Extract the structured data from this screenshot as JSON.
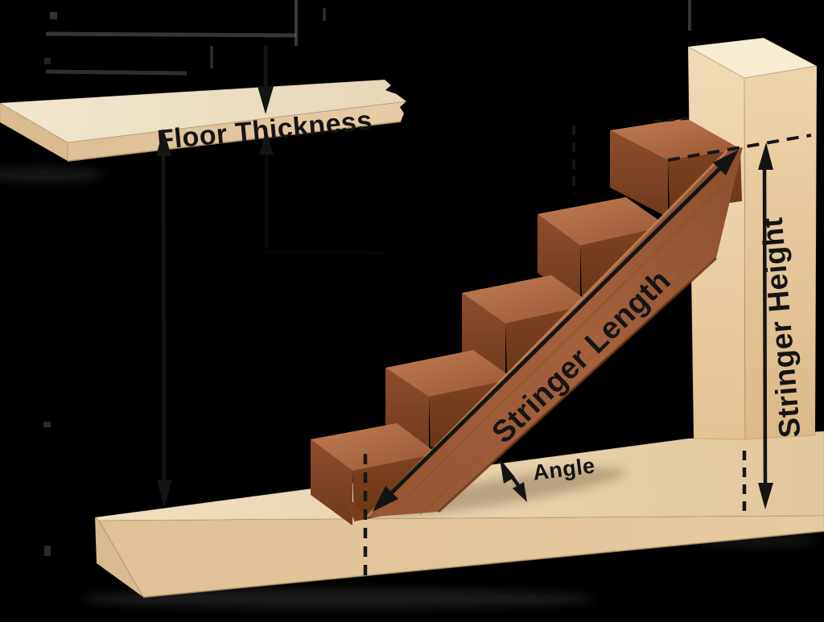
{
  "diagram": {
    "type": "stair-stringer-dimension-diagram",
    "background_color": "#000000",
    "stair_step_count": 5,
    "labels": {
      "floor_thickness": "Floor Thickness",
      "stringer_length": "Stringer Length",
      "stringer_height": "Stringer Height",
      "angle": "Angle"
    },
    "annotations": [
      {
        "name": "floor-thickness",
        "label": "Floor Thickness",
        "kind": "dimension-arrow"
      },
      {
        "name": "stringer-length",
        "label": "Stringer Length",
        "kind": "double-headed-diagonal-arrow"
      },
      {
        "name": "stringer-height",
        "label": "Stringer Height",
        "kind": "double-headed-vertical-arrow"
      },
      {
        "name": "angle",
        "label": "Angle",
        "kind": "arc-arrow"
      }
    ],
    "colors": {
      "floor_wood_top": "#ead8b2",
      "floor_wood_front": "#e0c49a",
      "floor_wood_end": "#d8ba8e",
      "post_wood": "#e8cda2",
      "step_top": "#ad6841",
      "step_riser": "#86452a",
      "stringer_board": "#9a5a36",
      "annotation_ink": "#141414"
    }
  }
}
